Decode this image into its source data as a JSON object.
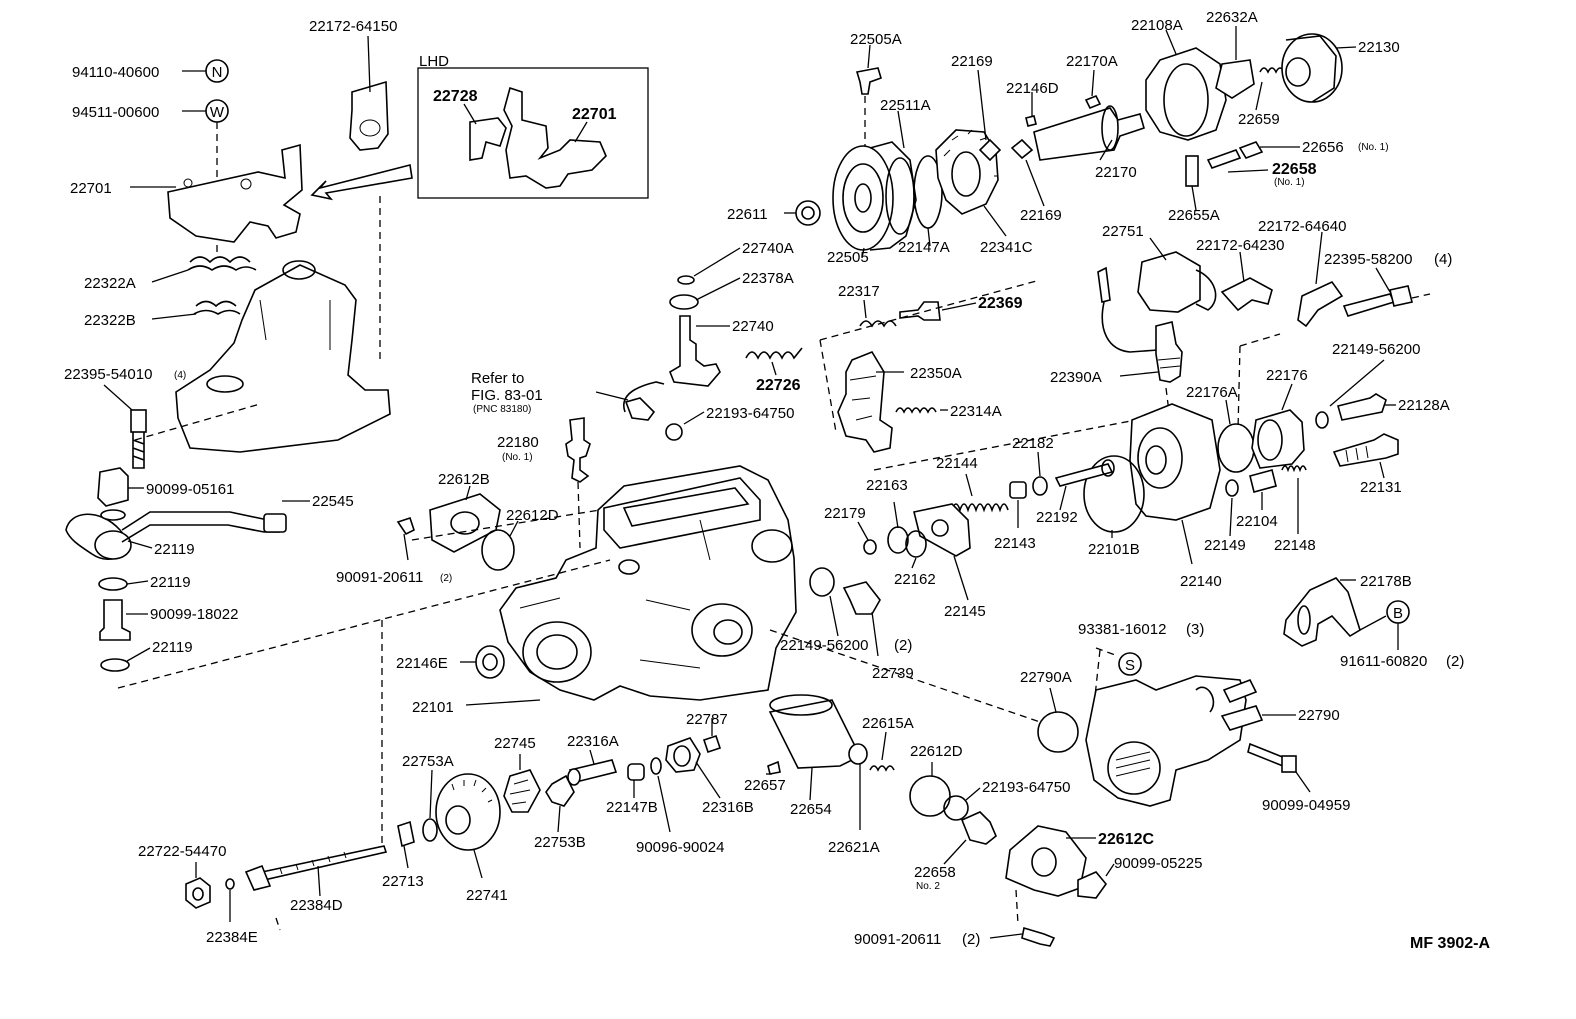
{
  "figure_code": "MF 3902-A",
  "inset_title": "LHD",
  "reference": {
    "line1": "Refer to",
    "line2": "FIG. 83-01",
    "line3": "(PNC 83180)"
  },
  "symbols": {
    "N": "N",
    "W": "W",
    "S": "S",
    "B": "B"
  },
  "parts": {
    "p2217264150": "22172-64150",
    "p9411040600": "94110-40600",
    "p9451100600": "94511-00600",
    "p22701": "22701",
    "p22701_inset": "22701",
    "p22728": "22728",
    "p22322A": "22322A",
    "p22322B": "22322B",
    "p2239554010": "22395-54010",
    "q2239554010": "(4)",
    "p9009905161": "90099-05161",
    "p22545": "22545",
    "p22119_a": "22119",
    "p22119_b": "22119",
    "p22119_c": "22119",
    "p9009918022": "90099-18022",
    "p22505A": "22505A",
    "p22511A": "22511A",
    "p22169_a": "22169",
    "p22169_b": "22169",
    "p22146D": "22146D",
    "p22170A": "22170A",
    "p22170": "22170",
    "p22108A": "22108A",
    "p22632A": "22632A",
    "p22130": "22130",
    "p22659": "22659",
    "p22656": "22656",
    "q22656": "(No. 1)",
    "p22658": "22658",
    "q22658": "(No. 1)",
    "p22655A": "22655A",
    "p22611": "22611",
    "p22505": "22505",
    "p22147A": "22147A",
    "p22341C": "22341C",
    "p22740A": "22740A",
    "p22378A": "22378A",
    "p22740": "22740",
    "p22726": "22726",
    "p22317": "22317",
    "p22369": "22369",
    "p22350A": "22350A",
    "p22314A": "22314A",
    "p2219364750_a": "22193-64750",
    "p22180": "22180",
    "q22180": "(No. 1)",
    "p22751": "22751",
    "p2217264640": "22172-64640",
    "p2217264230": "22172-64230",
    "p2239558200": "22395-58200",
    "q2239558200": "(4)",
    "p22390A": "22390A",
    "p22176A": "22176A",
    "p22176": "22176",
    "p2214956200_a": "22149-56200",
    "p22128A": "22128A",
    "p22131": "22131",
    "p22182": "22182",
    "p22144": "22144",
    "p22163": "22163",
    "p22179": "22179",
    "p22143": "22143",
    "p22192": "22192",
    "p22101B": "22101B",
    "p22140": "22140",
    "p22149": "22149",
    "p22104": "22104",
    "p22148": "22148",
    "p22162": "22162",
    "p22145": "22145",
    "p22612B": "22612B",
    "p22612D_a": "22612D",
    "p9009120611_a": "90091-20611",
    "q9009120611_a": "(2)",
    "p2214956200_b": "22149-56200",
    "q2214956200_b": "(2)",
    "p22739": "22739",
    "p22178B": "22178B",
    "p9161160820": "91611-60820",
    "q9161160820": "(2)",
    "p9338116012": "93381-16012",
    "q9338116012": "(3)",
    "p22790A": "22790A",
    "p22790": "22790",
    "p9009904959": "90099-04959",
    "p22146E": "22146E",
    "p22101": "22101",
    "p22787": "22787",
    "p22615A": "22615A",
    "p22612D_b": "22612D",
    "p2219364750_b": "22193-64750",
    "p22745": "22745",
    "p22316A": "22316A",
    "p22753A": "22753A",
    "p22147B": "22147B",
    "p22316B": "22316B",
    "p22657": "22657",
    "p22654": "22654",
    "p22621A": "22621A",
    "p22753B": "22753B",
    "p9009690024": "90096-90024",
    "p22612C": "22612C",
    "p9009905225": "90099-05225",
    "p22658_no2": "22658",
    "q22658_no2": "No. 2",
    "p2272254470": "22722-54470",
    "p22713": "22713",
    "p22741": "22741",
    "p22384D": "22384D",
    "p22384E": "22384E",
    "p9009120611_b": "90091-20611",
    "q9009120611_b": "(2)"
  }
}
